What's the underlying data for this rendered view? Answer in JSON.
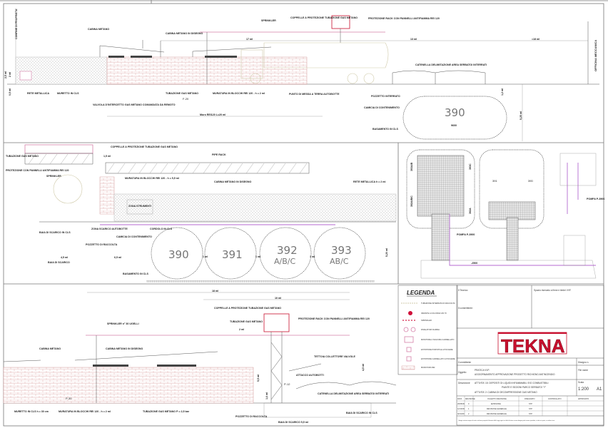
{
  "section_top": {
    "property_limit": "CONFINE DI PROPRIETA'",
    "cabin_methane": "CABINA METANO",
    "cabin_methane_design": "CABINA METANO IN DISEGNO",
    "sprinkler": "SPRINKLER",
    "pipe_shell": "COPPELLE A PROTEZIONE TUBAZIONE GAS METANO",
    "rack_protection": "PROTEZIONE RACK CON PANNELLI ANTIFIAMMA REI 120",
    "dim_17": "17 ml",
    "dim_13": "13 ml",
    "dim_18": "≈18 ml",
    "workshop": "OFFICINA MECCANICA",
    "dim_25": "2,5 ml",
    "dim_2": "2 ml",
    "dim_05": "0,5 ml",
    "metal_net": "RETE METALLICA",
    "concrete_wall": "MURETTO IN CLS",
    "valve": "VALVOLA D'INTERCETTO GAS METANO COMANDATA DA REMOTO",
    "gas_pipe": "TUBAZIONE GAS METANO",
    "block_wall": "MURATURA IN BLOCCHI REI 120 - h = 2 ml",
    "ground_point": "PUNTO DI MESSA A TERRA AUTOBOTTE",
    "wall_length": "Muro REI120 L=20 ml",
    "chain": "CATENELLA DELIMITAZIONE AREA SERBATOI INTERRATI",
    "manhole": "POZZETTO INTERRATO",
    "containment": "CAMICIA DI CONTENIMENTO",
    "base": "BASAMENTO IN CLS",
    "tank_390": "390",
    "tank_len": "9600",
    "dim_12": "1,2 ml",
    "dim_525": "5,25 ml",
    "fire_tag": "F-20"
  },
  "section_mid": {
    "gas_pipe": "TUBAZIONE GAS METANO",
    "pipe_shell": "COPPELLE A PROTEZIONE TUBAZIONE GAS METANO",
    "dim_15": "1,5 ml",
    "pipe_rack": "PIPE RACK",
    "protection": "PROTEZIONE CON PANNELLI ANTIFIAMMA REI 120",
    "sprinkler": "SPRINKLER",
    "block_wall": "MURATURA IN BLOCCHI REI 120 - h = 5,5 ml",
    "cabin_design": "CABINA METANO IN DISEGNO",
    "metal_net": "RETE METALLICA h = 2 ml",
    "instruments": "ZONA STRUMENTI",
    "unload_bay": "BAIA DI SCARICO IN CLS",
    "unload_zone": "ZONA SCARICO AUTOBOTTE",
    "curb": "CORDOLO IN CLS",
    "containment": "CAMICIA DI CONTENIMENTO",
    "sump": "POZZETTO DI RACCOLTA",
    "dim_45": "4,5 ml",
    "bay_label": "BAIA DI SCARICO",
    "dim_65": "6,5 ml",
    "dim_1a": "1 ml",
    "dim_1b": "1 ml",
    "dim_1c": "1 ml",
    "dim_520": "5,20 ml",
    "base": "BASAMENTO IN CLS",
    "tanks": [
      "390",
      "391",
      "392",
      "393"
    ],
    "tank_subs": [
      "",
      "",
      "A/B/C",
      "AB/C"
    ]
  },
  "plan": {
    "tank_391": "391",
    "tank_390": "390",
    "tank_393": "393A/B",
    "tank_392": "392A/B/C",
    "tank_393c": "393C",
    "tank_392a": "392A",
    "pump_a": "POMPA P-3900",
    "pump_b": "POMPA P-3906",
    "elev": "-2500"
  },
  "section_bot": {
    "dim_18": "18 ml",
    "dim_10": "10 ml",
    "pipe_shell": "COPPELLE A PROTEZIONE TUBAZIONE GAS METANO",
    "sprinkler": "SPRINKLER n° 30 UGELLI",
    "gas_pipe": "TUBAZIONE GAS METANO",
    "rack_protection": "PROTEZIONE RACK CON PANNELLI ANTIFIAMMA REI 120",
    "dim_2": "2 ml",
    "cabin": "CABINA METANO",
    "cabin_design": "CABINA METANO IN DISEGNO",
    "roof": "TETTOIA COLLETTORE VALVOLE",
    "dim_55": "5,5 ml",
    "dim_45": "4,5 ml",
    "dim_16": "1,6 ml",
    "truck_attach": "ATTACCO AUTOBOTTI",
    "chain": "CATENELLA DELIMITAZIONE AREA SERBATOI INTERRATI",
    "concrete_wall": "MURETTO IN CLS h = 30 cm",
    "block_wall": "MURATURA IN BLOCCHI REI 120 - h = 2 ml",
    "gas_pipe_bottom": "TUBAZIONE GAS METANO P = 2,5 bar",
    "sump": "POZZETTO DI RACCOLTA",
    "bay": "BAIA DI SCARICO 5,5 ml",
    "bay_cls": "BAIA DI SCARICO IN CLS",
    "tag_p30": "P-30",
    "tag_p12": "P-12"
  },
  "legend": {
    "title": "LEGENDA",
    "items": [
      "TUBAZIONE INTERRATA DI RACCOLTA",
      "IDRANTE A COLONNA UNI 70",
      "SPRINKLER",
      "RIVELATORI FIAMMA",
      "MONITORE A SCHIUMA CARRELLATO",
      "ESTINTORE PORTATILE A POLVERE",
      "ESTINTORE CARRELLATO A POLVERE",
      "MURATURA REI"
    ]
  },
  "title_block": {
    "technician": "Il Tecnico:",
    "client_label": "Il committente:",
    "reserved": "Spazio riservato a firme e timbri VVF.",
    "logo": "TEKNA",
    "committente": "Committente",
    "drawing_no": "Disegno n.",
    "object_label": "Oggetto",
    "object_line1": "PRATICA VVF:",
    "object_line2": "AGGIORNAMENTO APPROVAZIONE PROGETTO RICHIONO ANTINCENDIO",
    "file_name": "File name",
    "desc_label": "Descrizione",
    "desc_line1": "ATTIVITA' 15:  DEPOSITI DI LIQUIDI INFIAMMABILI E/O COMBUSTIBILI",
    "desc_line2": "PIANTE E SEZIONI PARCO SERBATOI \"Y\"",
    "desc_line3": "ATTIVITA' 2:  CABINA DI DECOMPRESSIONE GAS METANO",
    "scale_label": "Scala",
    "scale": "1:200",
    "format": "A1",
    "rev_headers": [
      "DATA",
      "REVISIONE",
      "OGGETTO REVISIONE",
      "DISEGNATO",
      "CONTROLLATO",
      "APPROVATO"
    ],
    "revisions": [
      [
        "26/08/09",
        "0",
        "EMISSIONE",
        "STP",
        "",
        ""
      ],
      [
        "12/10/09",
        "1",
        "REVISIONE GENERALE",
        "STP",
        "",
        ""
      ],
      [
        "02/11/09",
        "2",
        "REVISIONE GENERALE",
        "STP",
        "",
        ""
      ]
    ],
    "footer": "I disegni restano sempre di nostra esclusiva proprietà. A termini delle Leggi vigenti sui diritti d'autore nessun disegno potrà essere riprodotto, in tutto o in parte, o ceduto a terzi."
  },
  "colors": {
    "brand": "#c8102e",
    "pink": "#d57fa8",
    "purple": "#b46ad0"
  }
}
